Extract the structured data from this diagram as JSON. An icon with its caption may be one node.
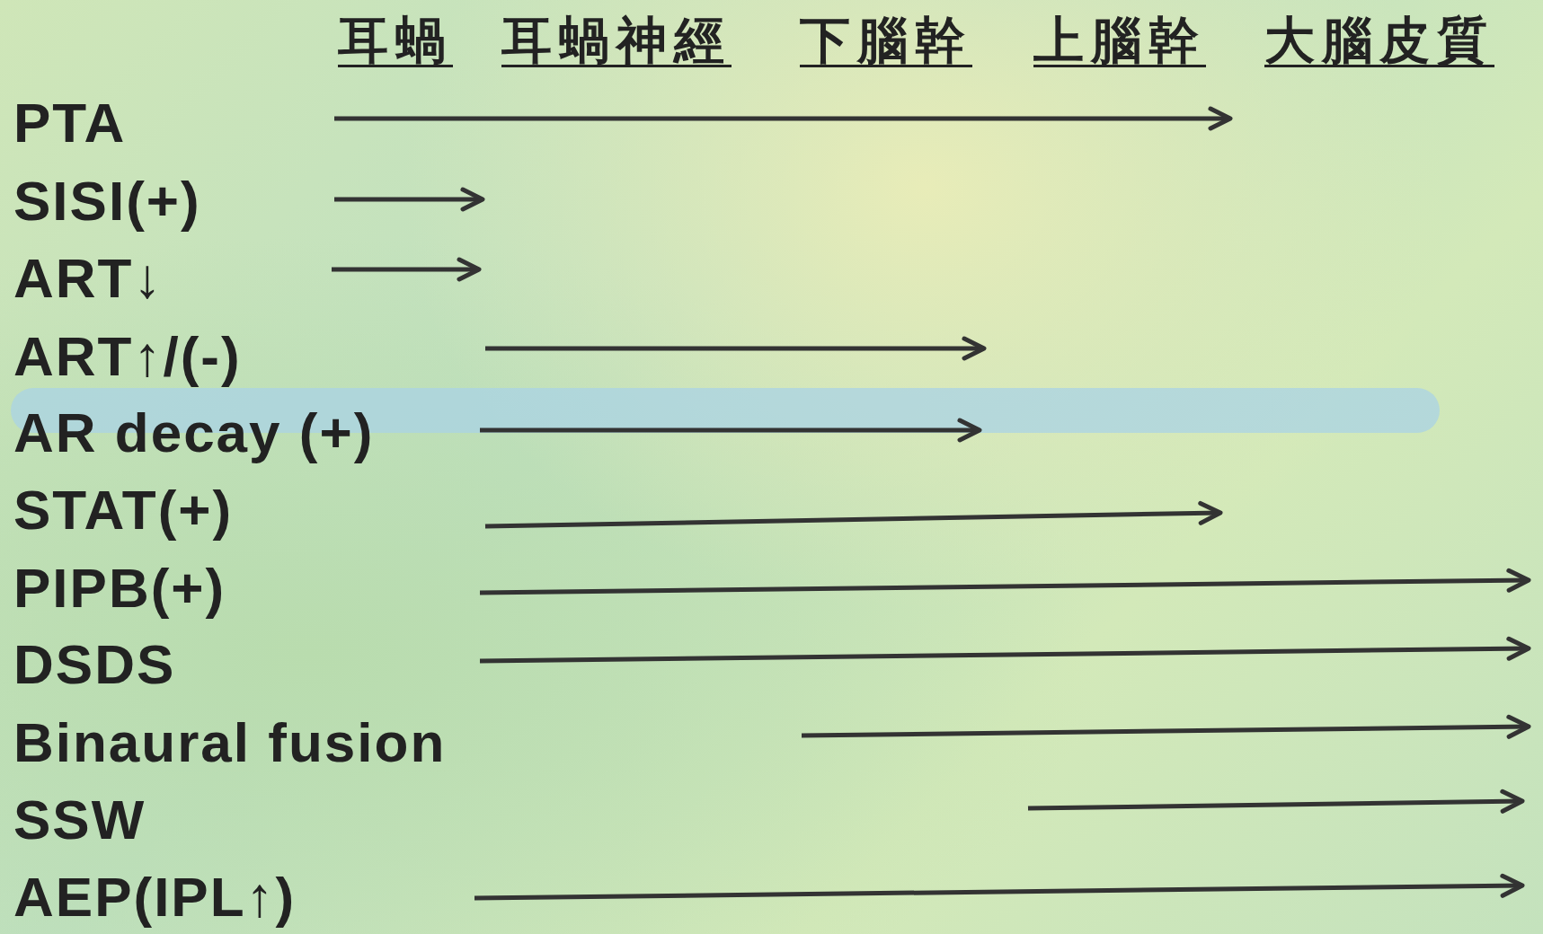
{
  "diagram": {
    "nodes": [
      {
        "text": [
          "PTA"
        ]
      },
      {
        "text": [
          "SISI(+)"
        ]
      },
      {
        "text": [
          "ART↓"
        ]
      },
      {
        "text": [
          "ART↑/(-)"
        ]
      },
      {
        "text": [
          "AR decay (+)"
        ]
      },
      {
        "text": [
          "STAT(+)"
        ]
      },
      {
        "text": [
          "PIPB(+)"
        ]
      },
      {
        "text": [
          "DSDS"
        ]
      },
      {
        "text": [
          "Binaural fusion"
        ]
      },
      {
        "text": [
          "SSW"
        ]
      },
      {
        "text": [
          "AEP(IPL↑)"
        ]
      }
    ],
    "labels": [
      "耳蝸",
      "耳蝸神經",
      "下腦幹",
      "上腦幹",
      "大腦皮質"
    ]
  }
}
